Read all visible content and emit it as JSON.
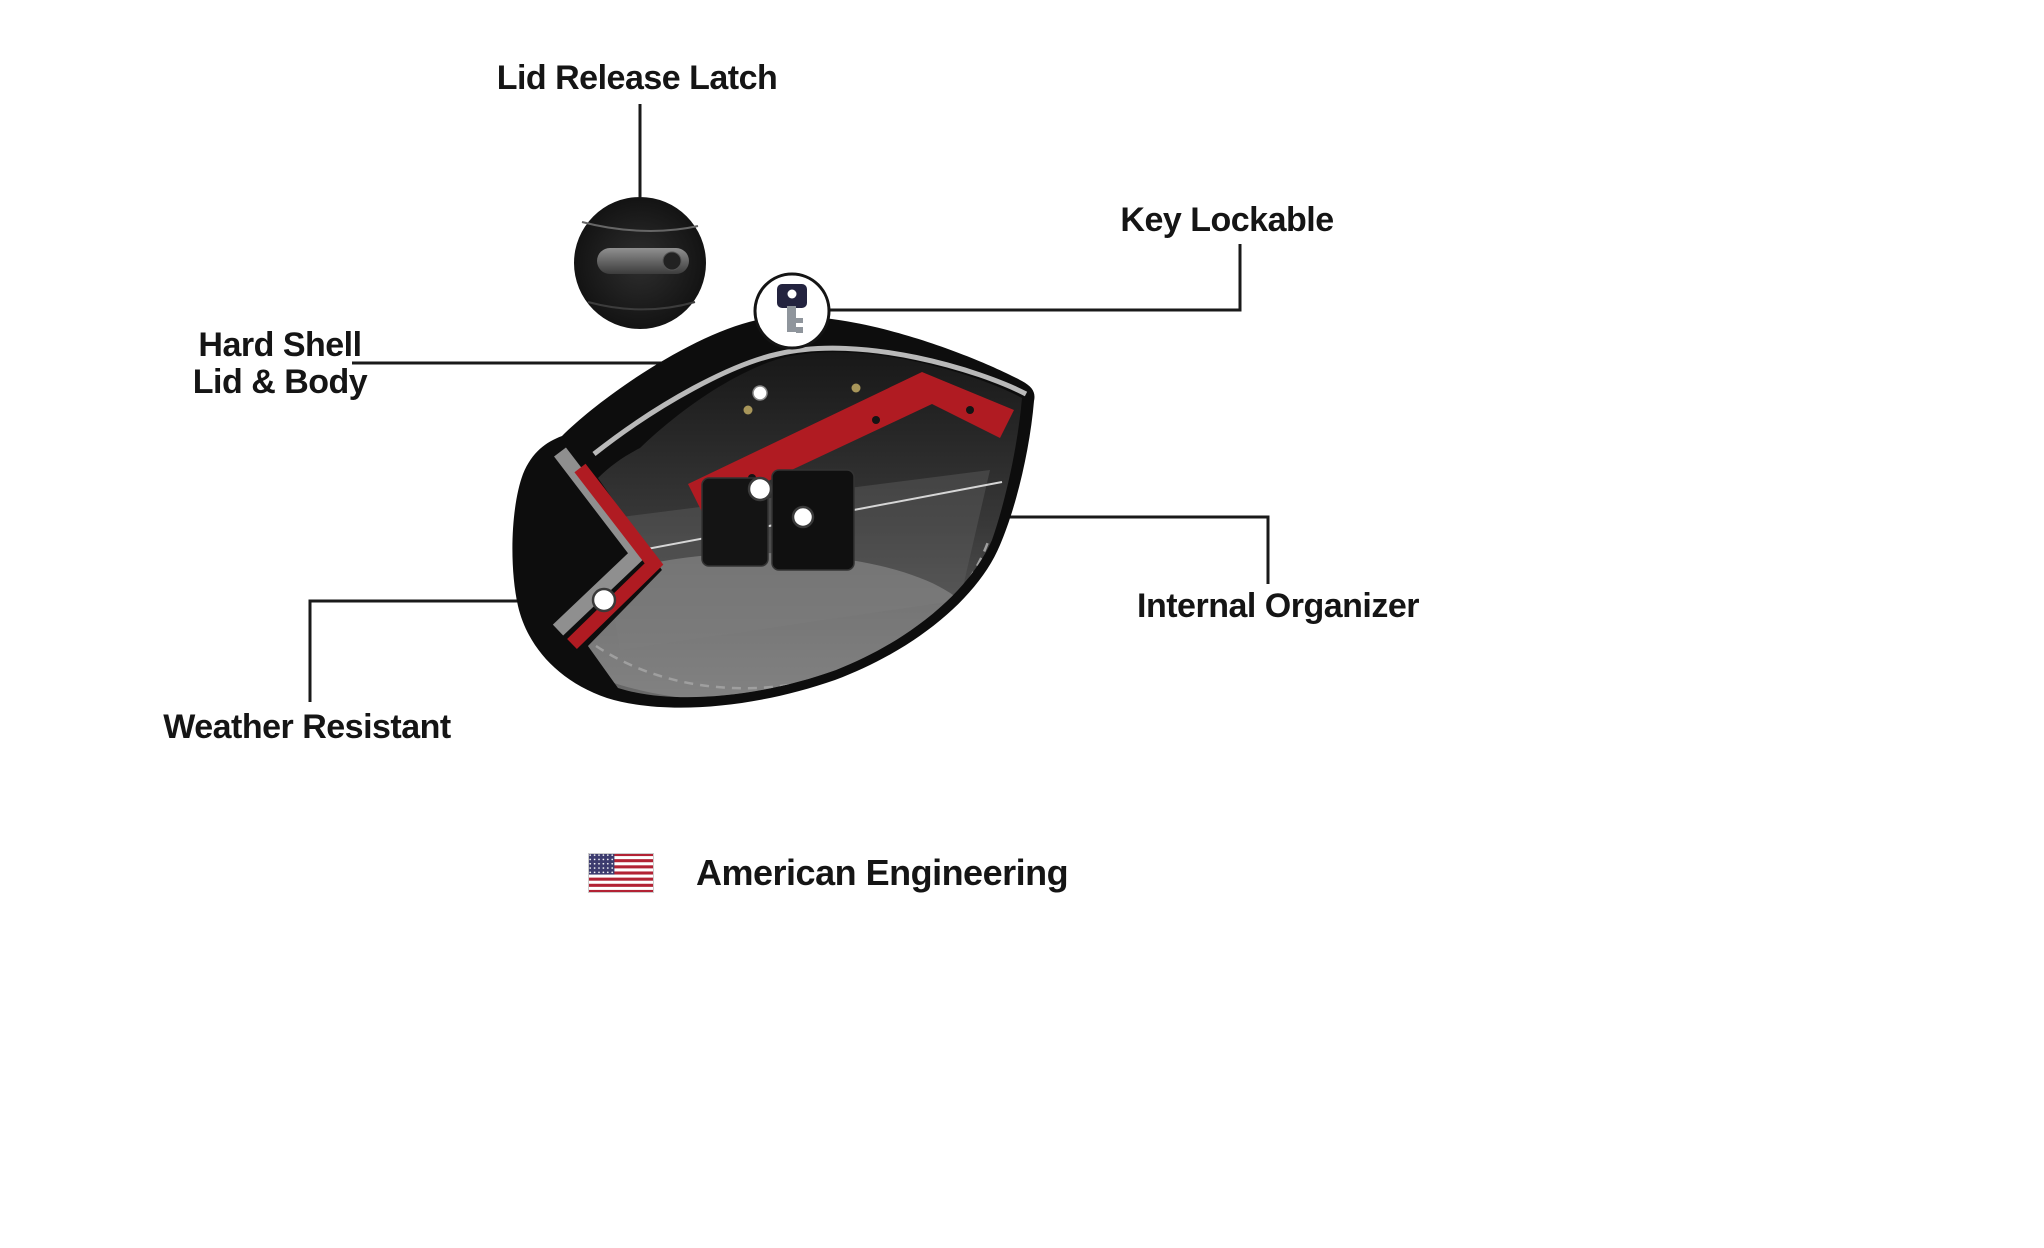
{
  "callouts": {
    "lid_release_latch": {
      "label": "Lid Release Latch"
    },
    "key_lockable": {
      "label": "Key Lockable"
    },
    "hard_shell": {
      "line1": "Hard Shell",
      "line2": "Lid & Body"
    },
    "internal_organizer": {
      "label": "Internal Organizer"
    },
    "weather_resistant": {
      "label": "Weather Resistant"
    }
  },
  "footer": {
    "label": "American Engineering"
  },
  "icons": {
    "flag": "us-flag-icon",
    "key": "key-icon",
    "latch_inset": "lid-latch-inset",
    "markers": "callout-marker-dot"
  },
  "colors": {
    "background": "#ffffff",
    "text": "#151515",
    "callout_line": "#1a1a1a",
    "bag_black": "#0d0d0d",
    "accent_red": "#b01b22",
    "trim_silver": "#b9b9b9",
    "corner_stripe_gray": "#8f8f8f",
    "interior_dark": "#181818",
    "interior_light": "#969696",
    "flag_red": "#B22234",
    "flag_blue": "#3C3B6E"
  }
}
